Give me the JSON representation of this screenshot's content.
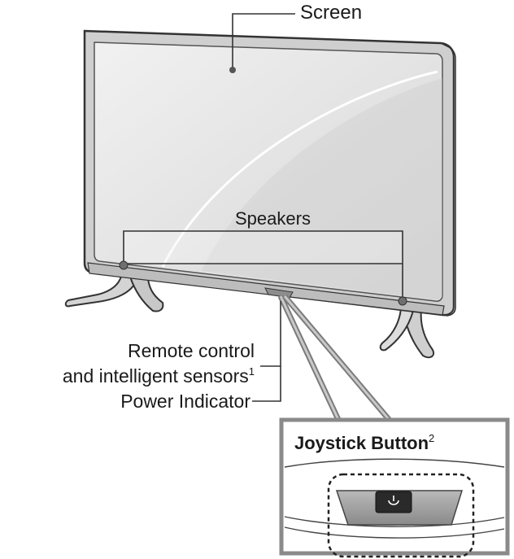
{
  "labels": {
    "screen": "Screen",
    "speakers": "Speakers",
    "remote_line1": "Remote control",
    "remote_line2": "and intelligent sensors",
    "remote_footnote": "1",
    "power_indicator": "Power Indicator"
  },
  "callout": {
    "title": "Joystick Button",
    "footnote": "2"
  },
  "icons": {
    "power_symbol": "power-icon"
  }
}
